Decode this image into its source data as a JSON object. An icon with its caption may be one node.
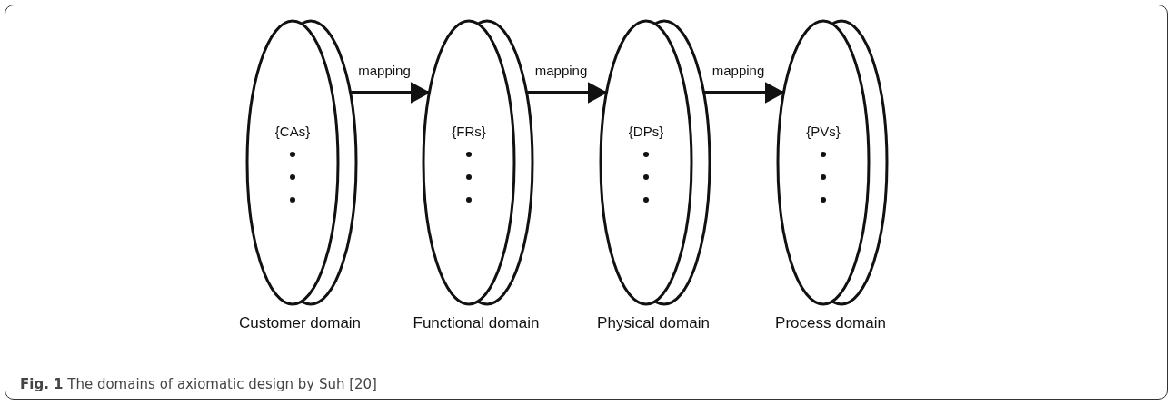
{
  "diagram": {
    "caption": "**Fig. 1** The domains of axiomatic design by Suh [20]",
    "nodes": [
      {
        "text": [
          "{CAs}"
        ],
        "beside": [
          "Customer domain"
        ]
      },
      {
        "text": [
          "{FRs}"
        ],
        "beside": [
          "Functional domain"
        ]
      },
      {
        "text": [
          "{DPs}"
        ],
        "beside": [
          "Physical domain"
        ]
      },
      {
        "text": [
          "{PVs}"
        ],
        "beside": [
          "Process domain"
        ]
      }
    ],
    "edges": [
      {
        "from": 0,
        "to": 1,
        "arrow": "to",
        "label": "mapping"
      },
      {
        "from": 1,
        "to": 2,
        "arrow": "to",
        "label": "mapping"
      },
      {
        "from": 2,
        "to": 3,
        "arrow": "to",
        "label": "mapping"
      }
    ]
  }
}
